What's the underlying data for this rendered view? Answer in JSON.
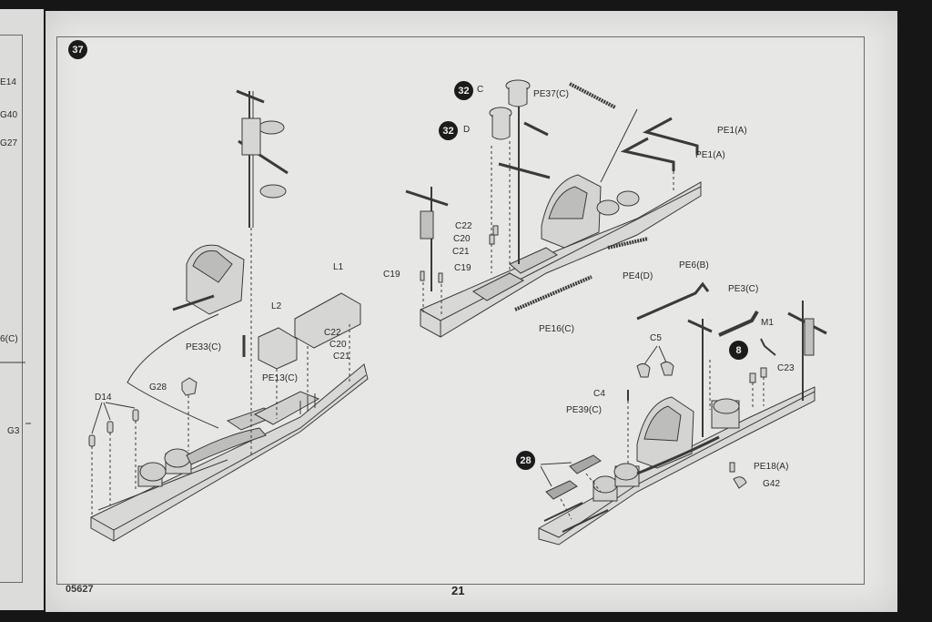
{
  "step_badge": "37",
  "page_code": "05627",
  "page_number": "21",
  "left_page_labels": [
    "E14",
    "G40",
    "G27",
    "6(C)",
    "G3"
  ],
  "labels": {
    "pe33": "PE33(C)",
    "l2": "L2",
    "l1": "L1",
    "pe13": "PE13(C)",
    "c22a": "C22",
    "c20a": "C20",
    "c21a": "C21",
    "g28": "G28",
    "d14": "D14",
    "c": "C",
    "d": "D",
    "pe37": "PE37(C)",
    "pe1a1": "PE1(A)",
    "pe1a2": "PE1(A)",
    "c22b": "C22",
    "c20b": "C20",
    "c21b": "C21",
    "c19a": "C19",
    "c19b": "C19",
    "pe4": "PE4(D)",
    "pe16": "PE16(C)",
    "pe6": "PE6(B)",
    "pe3": "PE3(C)",
    "m1": "M1",
    "c5": "C5",
    "c23": "C23",
    "c4": "C4",
    "pe39": "PE39(C)",
    "pe18": "PE18(A)",
    "g42": "G42"
  },
  "badges": {
    "b32a": "32",
    "b32b": "32",
    "b8": "8",
    "b28": "28"
  }
}
